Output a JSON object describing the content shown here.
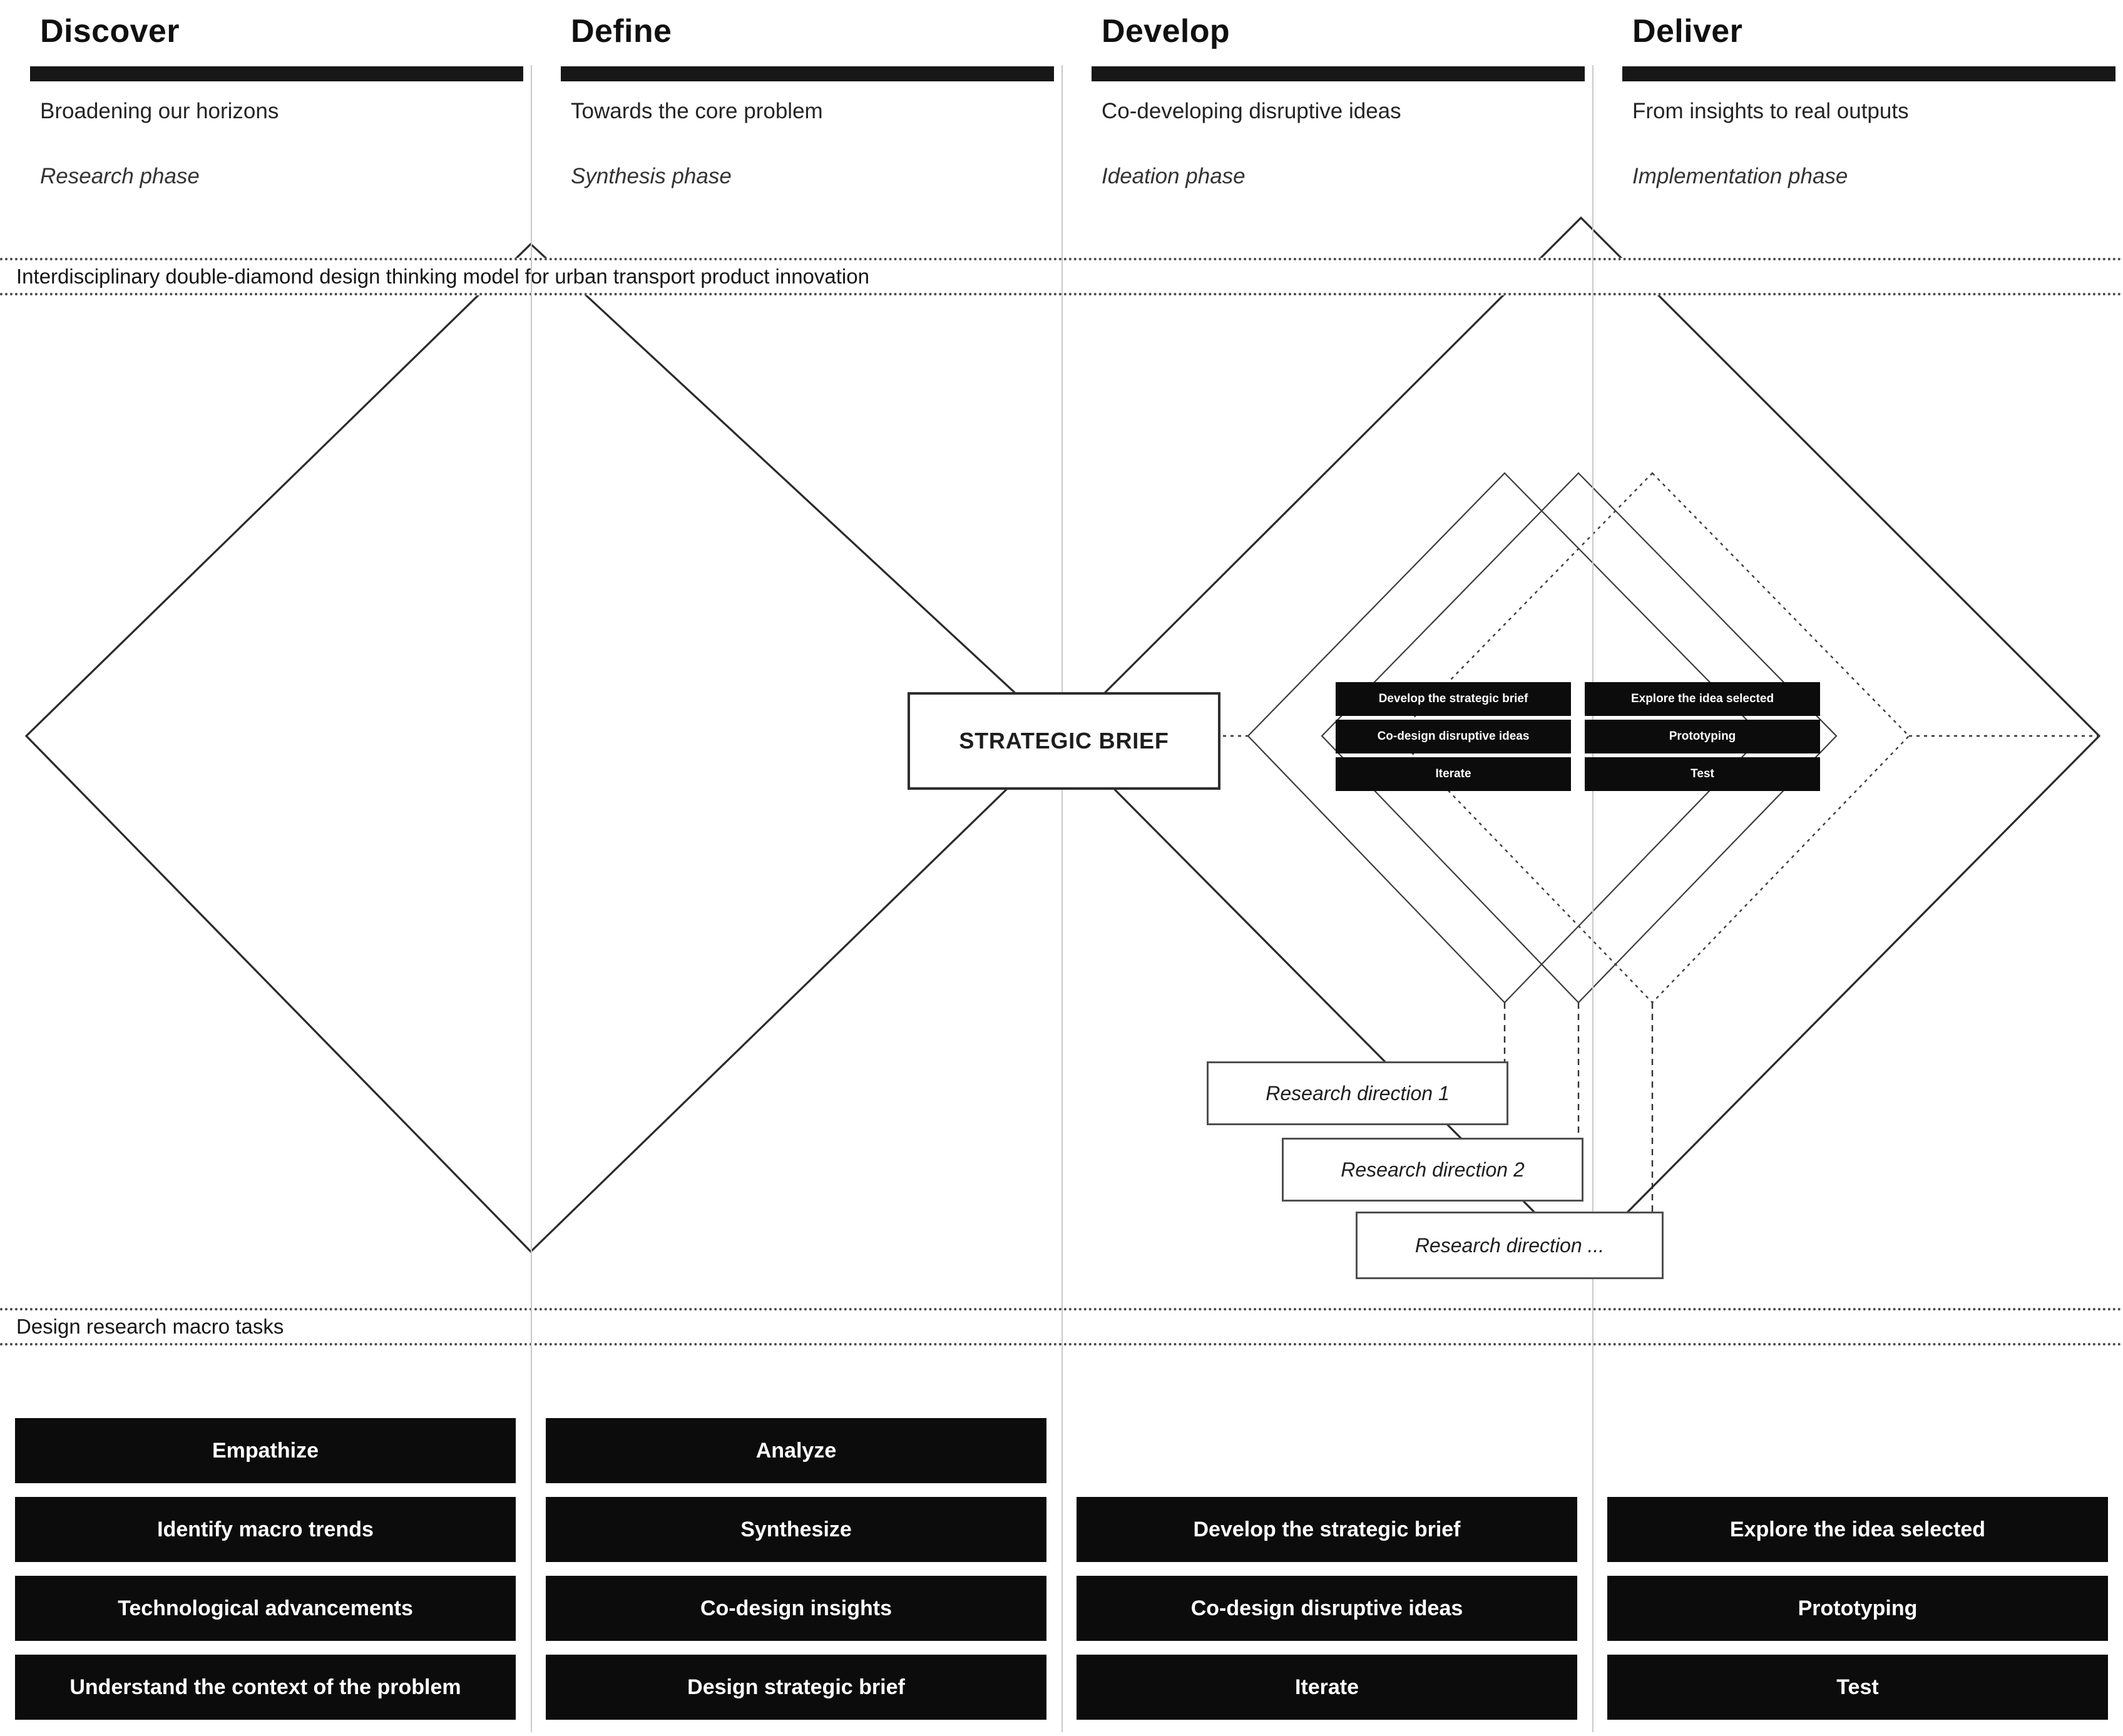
{
  "bands": {
    "model_label": "Interdisciplinary double-diamond design thinking model for urban transport product innovation",
    "macro_tasks_label": "Design research macro tasks"
  },
  "columns": [
    {
      "title": "Discover",
      "subtitle": "Broadening our horizons",
      "phase": "Research phase",
      "tasks": [
        "Empathize",
        "Identify macro trends",
        "Technological advancements",
        "Understand the context of the problem"
      ]
    },
    {
      "title": "Define",
      "subtitle": "Towards the core problem",
      "phase": "Synthesis phase",
      "tasks": [
        "Analyze",
        "Synthesize",
        "Co-design insights",
        "Design strategic brief"
      ]
    },
    {
      "title": "Develop",
      "subtitle": "Co-developing disruptive ideas",
      "phase": "Ideation phase",
      "tasks": [
        "Develop the strategic brief",
        "Co-design disruptive ideas",
        "Iterate"
      ]
    },
    {
      "title": "Deliver",
      "subtitle": "From insights to real outputs",
      "phase": "Implementation phase",
      "tasks": [
        "Explore the idea selected",
        "Prototyping",
        "Test"
      ]
    }
  ],
  "strategic_brief": {
    "label": "STRATEGIC BRIEF"
  },
  "micro_tasks": {
    "develop": [
      "Develop the strategic brief",
      "Co-design disruptive ideas",
      "Iterate"
    ],
    "deliver": [
      "Explore the idea selected",
      "Prototyping",
      "Test"
    ]
  },
  "research_directions": [
    "Research direction 1",
    "Research direction 2",
    "Research direction ..."
  ],
  "colors": {
    "background": "#ffffff",
    "text": "#1c1c1c",
    "bar_and_box_black": "#0c0c0c",
    "diamond_line": "#2b2b2b",
    "small_diamond_line": "#3d3d3d",
    "dotted_band_line": "#4a4a4a",
    "column_divider": "#c9c9c9",
    "box_text_white": "#ffffff"
  }
}
